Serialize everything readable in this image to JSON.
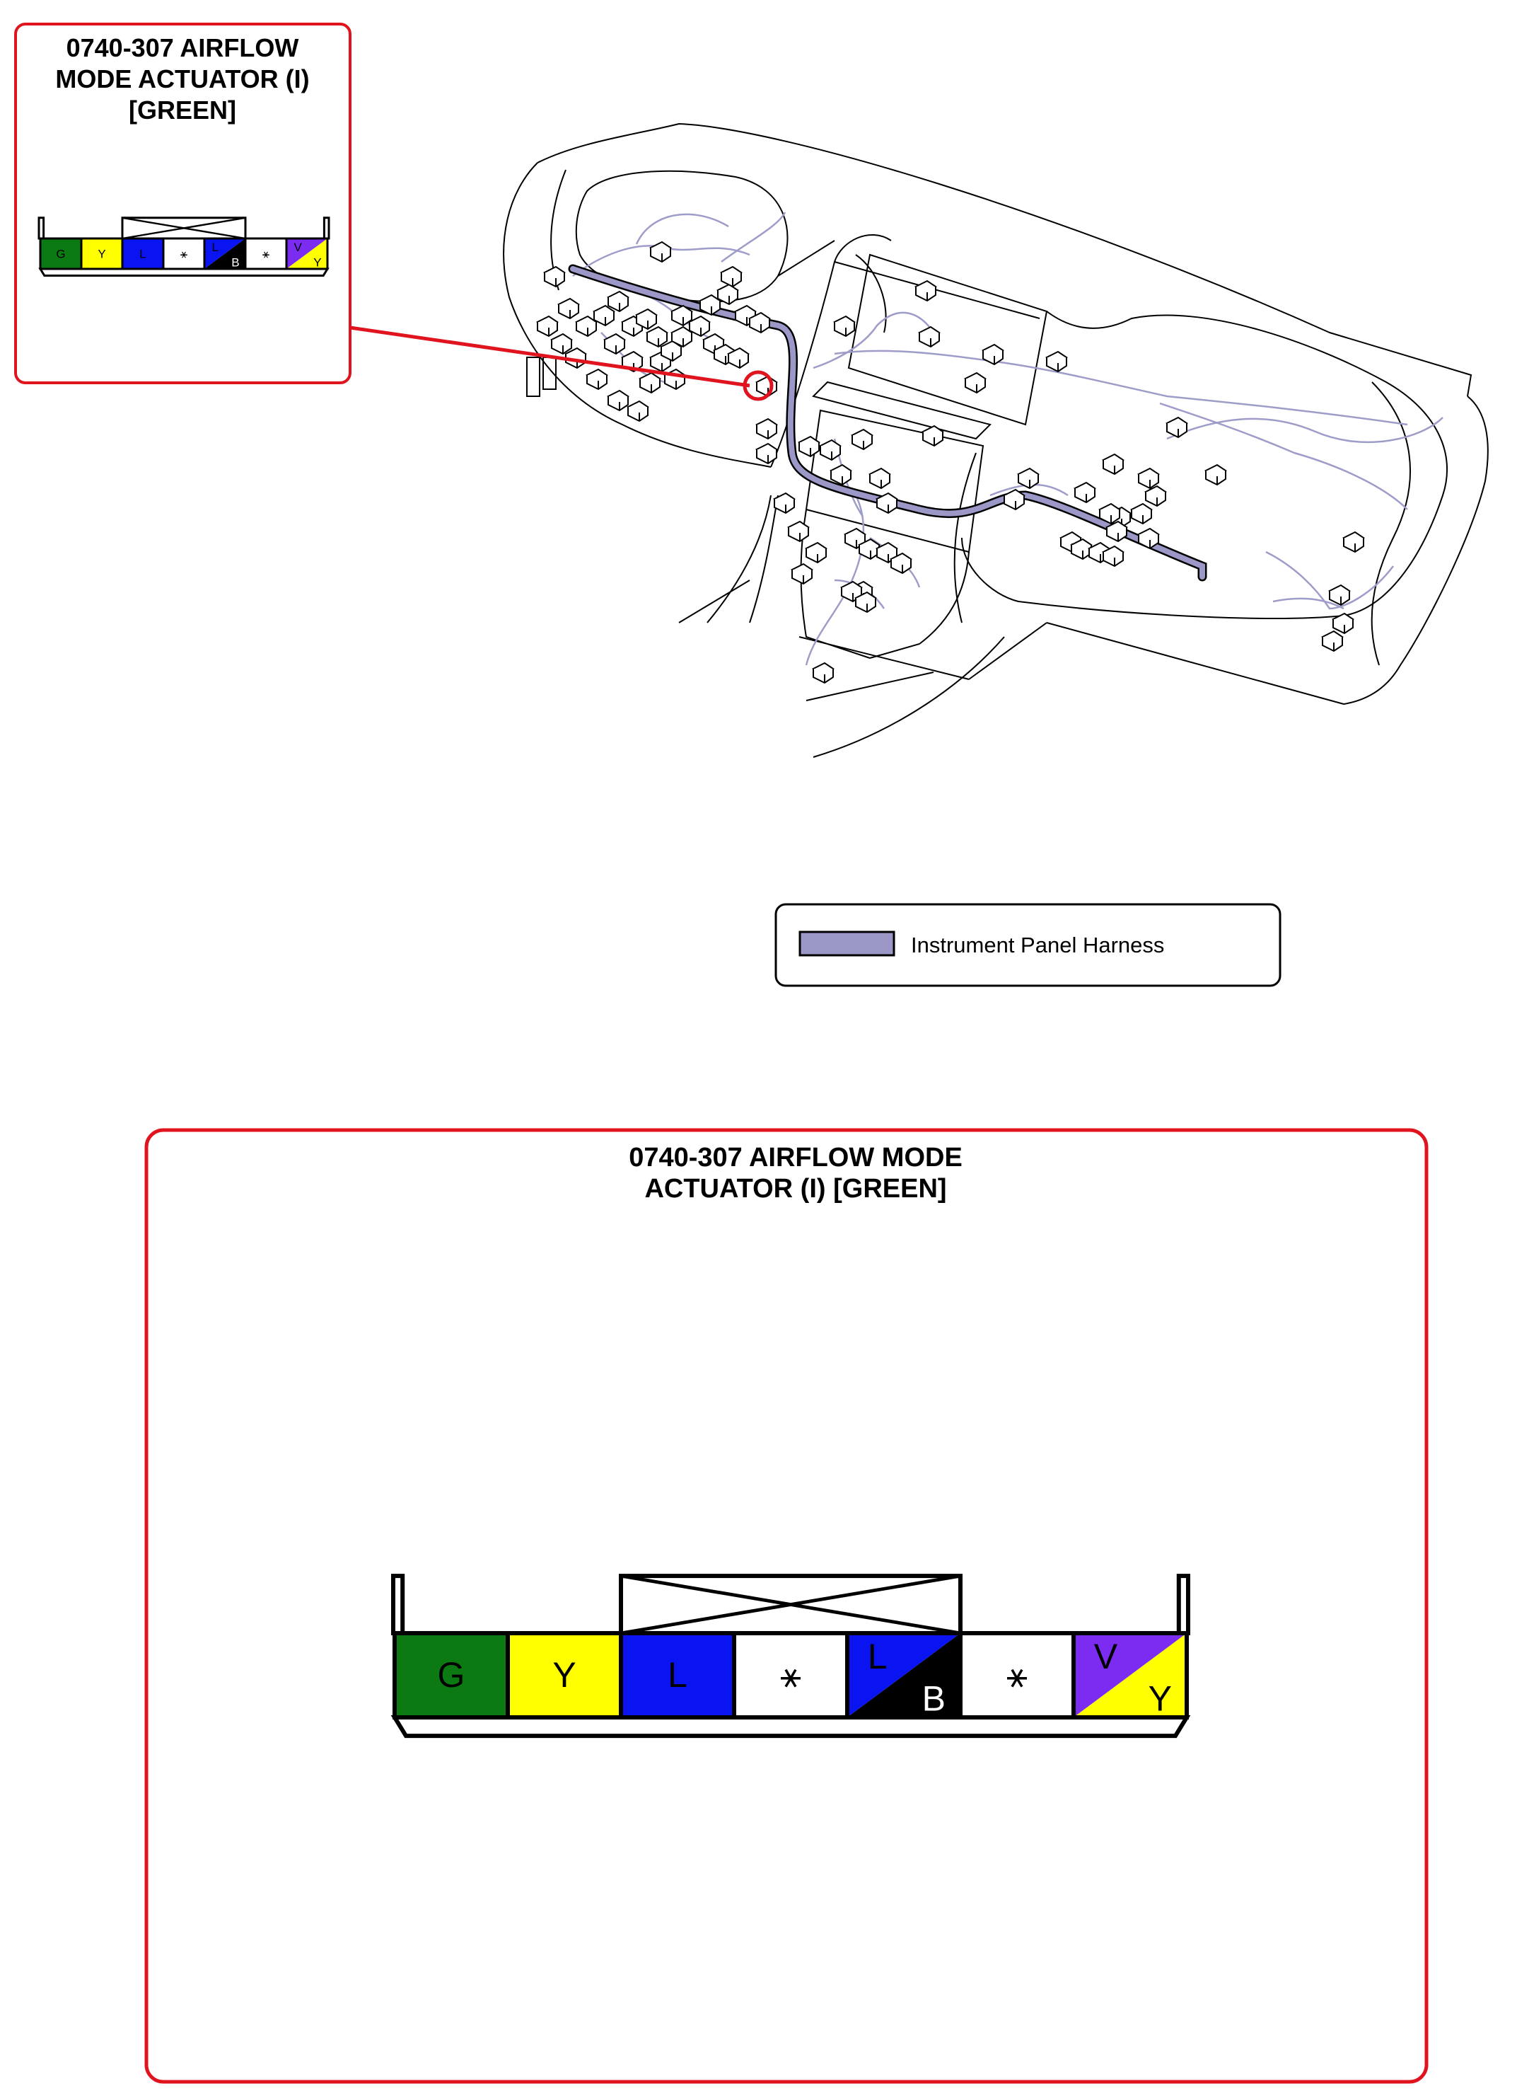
{
  "inset": {
    "title_lines": [
      "0740-307 AIRFLOW",
      "MODE ACTUATOR (I)",
      "[GREEN]"
    ]
  },
  "detail": {
    "title_lines": [
      "0740-307 AIRFLOW MODE",
      "ACTUATOR (I) [GREEN]"
    ]
  },
  "legend": {
    "label": "Instrument Panel Harness",
    "swatch_color": "#9B98C8"
  },
  "connector": {
    "pins": [
      {
        "fill": "#0B7A12",
        "label": "G",
        "label_color": "#000000",
        "type": "solid"
      },
      {
        "fill": "#FFFF00",
        "label": "Y",
        "label_color": "#000000",
        "type": "solid"
      },
      {
        "fill": "#0A14F0",
        "label": "L",
        "label_color": "#000000",
        "type": "solid"
      },
      {
        "fill": "#FFFFFF",
        "label": "⚹",
        "label_color": "#000000",
        "type": "empty"
      },
      {
        "fill": "#0A14F0",
        "fill2": "#000000",
        "label": "L",
        "label2": "B",
        "label_color": "#000000",
        "label2_color": "#FFFFFF",
        "type": "split"
      },
      {
        "fill": "#FFFFFF",
        "label": "⚹",
        "label_color": "#000000",
        "type": "empty"
      },
      {
        "fill": "#7B2CF0",
        "fill2": "#FFFF00",
        "label": "V",
        "label2": "Y",
        "label_color": "#000000",
        "label2_color": "#000000",
        "type": "split"
      }
    ]
  },
  "colors": {
    "callout_red": "#E0141E",
    "harness": "#9B98C8",
    "wire": "#9E9CC8"
  }
}
